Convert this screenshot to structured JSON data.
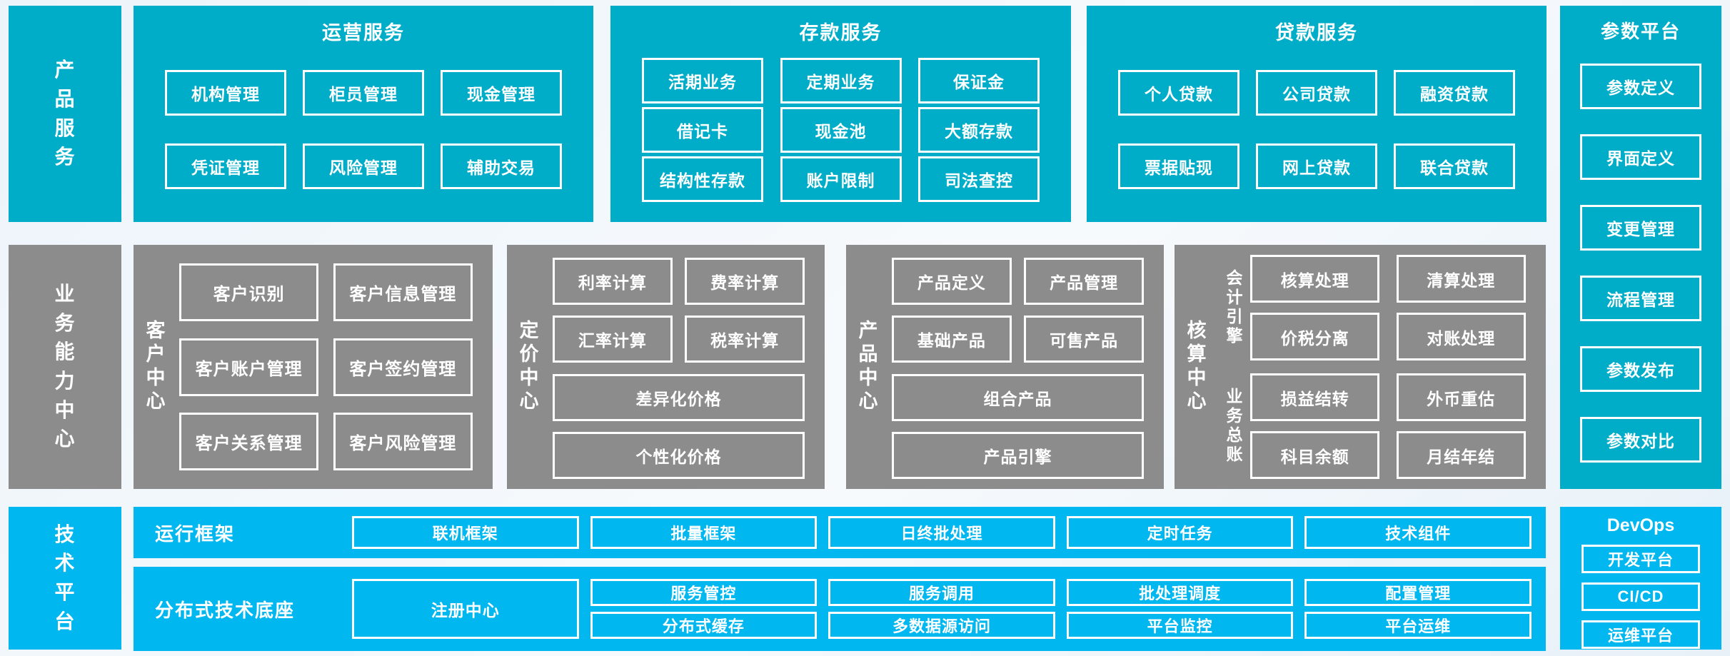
{
  "colors": {
    "teal": "#00ADC8",
    "blue": "#00B7F0",
    "gray": "#8C8C8C",
    "background": "#EDF4FA",
    "box_border": "#FFFFFF",
    "text": "#FFFFFF"
  },
  "product_services": {
    "label": "产品服务"
  },
  "operations": {
    "title": "运营服务",
    "items": [
      "机构管理",
      "柜员管理",
      "现金管理",
      "凭证管理",
      "风险管理",
      "辅助交易"
    ]
  },
  "deposits": {
    "title": "存款服务",
    "items": [
      "活期业务",
      "定期业务",
      "保证金",
      "借记卡",
      "现金池",
      "大额存款",
      "结构性存款",
      "账户限制",
      "司法查控"
    ]
  },
  "loans": {
    "title": "贷款服务",
    "items": [
      "个人贷款",
      "公司贷款",
      "融资贷款",
      "票据贴现",
      "网上贷款",
      "联合贷款"
    ]
  },
  "parameters": {
    "title": "参数平台",
    "items": [
      "参数定义",
      "界面定义",
      "变更管理",
      "流程管理",
      "参数发布",
      "参数对比"
    ]
  },
  "business_center": {
    "label": "业务能力中心"
  },
  "customer_center": {
    "label": "客户中心",
    "items": [
      "客户识别",
      "客户信息管理",
      "客户账户管理",
      "客户签约管理",
      "客户关系管理",
      "客户风险管理"
    ]
  },
  "pricing_center": {
    "label": "定价中心",
    "items": [
      "利率计算",
      "费率计算",
      "汇率计算",
      "税率计算"
    ],
    "wide_items": [
      "差异化价格",
      "个性化价格"
    ]
  },
  "product_center": {
    "label": "产品中心",
    "items": [
      "产品定义",
      "产品管理",
      "基础产品",
      "可售产品"
    ],
    "wide_items": [
      "组合产品",
      "产品引擎"
    ]
  },
  "accounting_center": {
    "label": "核算中心",
    "groups": [
      {
        "label": "会计引擎",
        "items": [
          "核算处理",
          "清算处理",
          "价税分离",
          "对账处理"
        ]
      },
      {
        "label": "业务总账",
        "items": [
          "损益结转",
          "外币重估",
          "科目余额",
          "月结年结"
        ]
      }
    ]
  },
  "tech_platform": {
    "label": "技术平台"
  },
  "runtime": {
    "label": "运行框架",
    "items": [
      "联机框架",
      "批量框架",
      "日终批处理",
      "定时任务",
      "技术组件"
    ]
  },
  "distributed": {
    "label": "分布式技术底座",
    "registry": "注册中心",
    "columns": [
      [
        "服务管控",
        "分布式缓存"
      ],
      [
        "服务调用",
        "多数据源访问"
      ],
      [
        "批处理调度",
        "平台监控"
      ],
      [
        "配置管理",
        "平台运维"
      ]
    ]
  },
  "devops": {
    "title": "DevOps",
    "items": [
      "开发平台",
      "CI/CD",
      "运维平台"
    ]
  }
}
